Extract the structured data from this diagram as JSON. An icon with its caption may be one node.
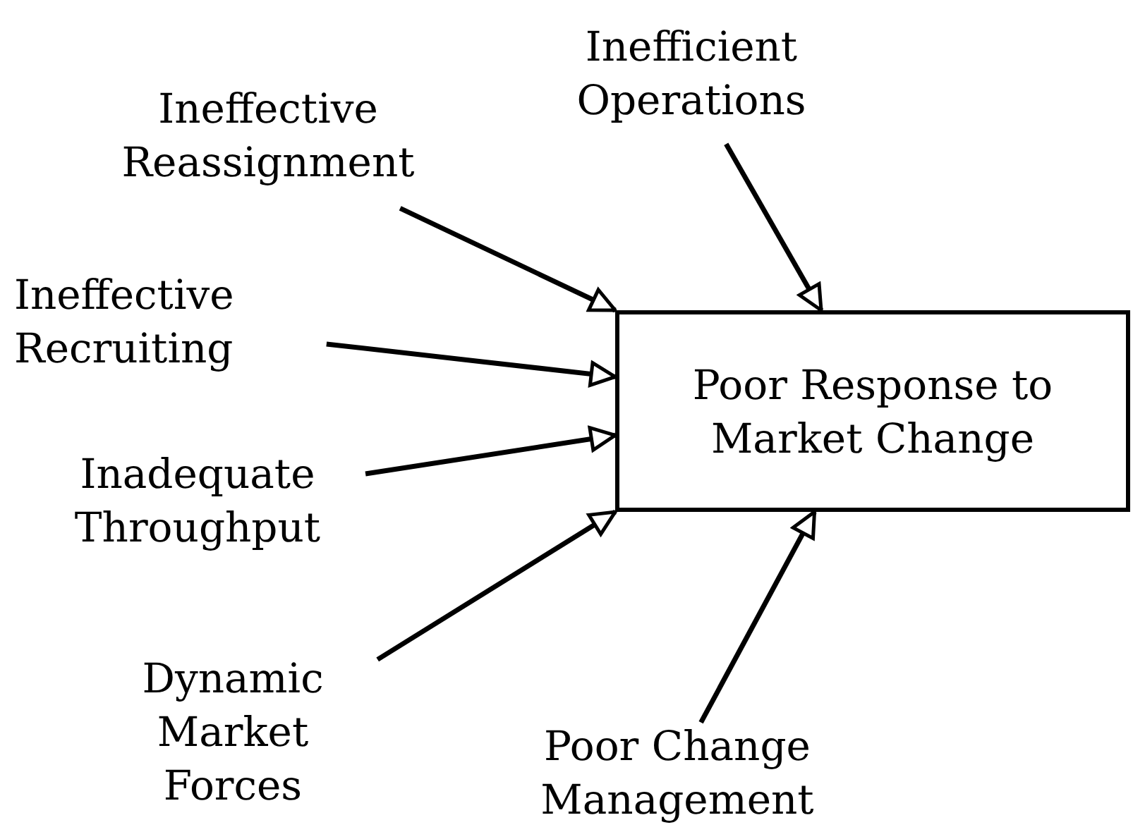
{
  "diagram": {
    "nodes": [
      {
        "text": [
          "Inefficient Operations"
        ]
      },
      {
        "text": [
          "Ineffective Reassignment"
        ]
      },
      {
        "text": [
          "Ineffective Recruiting"
        ]
      },
      {
        "text": [
          "Poor Response to Market Change"
        ]
      },
      {
        "text": [
          "Inadequate Throughput"
        ]
      },
      {
        "text": [
          "Dynamic Market Forces"
        ]
      },
      {
        "text": [
          "Poor Change Management"
        ]
      }
    ],
    "edges": [
      {
        "from": 1,
        "to": 3,
        "arrow": "to"
      },
      {
        "from": 0,
        "to": 3,
        "arrow": "to"
      },
      {
        "from": 2,
        "to": 3,
        "arrow": "to"
      },
      {
        "from": 4,
        "to": 3,
        "arrow": "to"
      },
      {
        "from": 5,
        "to": 3,
        "arrow": "to"
      },
      {
        "from": 6,
        "to": 3,
        "arrow": "to"
      }
    ]
  }
}
